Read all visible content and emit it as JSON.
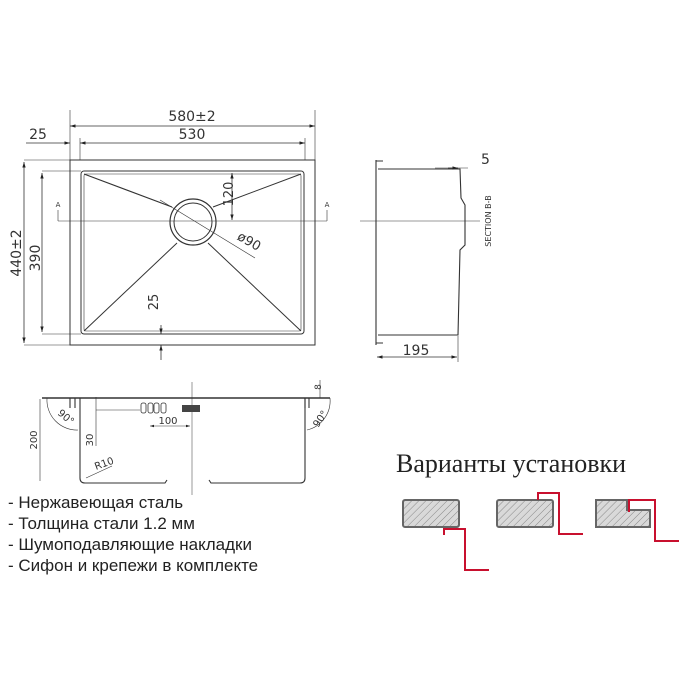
{
  "plan_view": {
    "overall_width": "580±2",
    "bowl_width": "530",
    "flange": "25",
    "overall_depth": "440±2",
    "bowl_depth": "390",
    "drain_offset": "120",
    "drain_diameter": "ø90",
    "bottom_offset": "25",
    "section_mark_left": "A",
    "section_mark_right": "A"
  },
  "section_view": {
    "label": "SECTION B-B",
    "top_offset": "5",
    "width": "195"
  },
  "front_view": {
    "height": "200",
    "overflow_height": "30",
    "overflow_offset": "100",
    "radius": "R10",
    "angle_left": "90°",
    "angle_right": "90°",
    "lip": "8"
  },
  "features": [
    "- Нержавеющая сталь",
    "- Толщина стали 1.2 мм",
    "- Шумоподавляющие накладки",
    "- Сифон и крепежи в комплекте"
  ],
  "install": {
    "title": "Варианты установки",
    "accent_color": "#c8102e",
    "options": [
      "undermount",
      "overmount",
      "flush-mount"
    ]
  }
}
